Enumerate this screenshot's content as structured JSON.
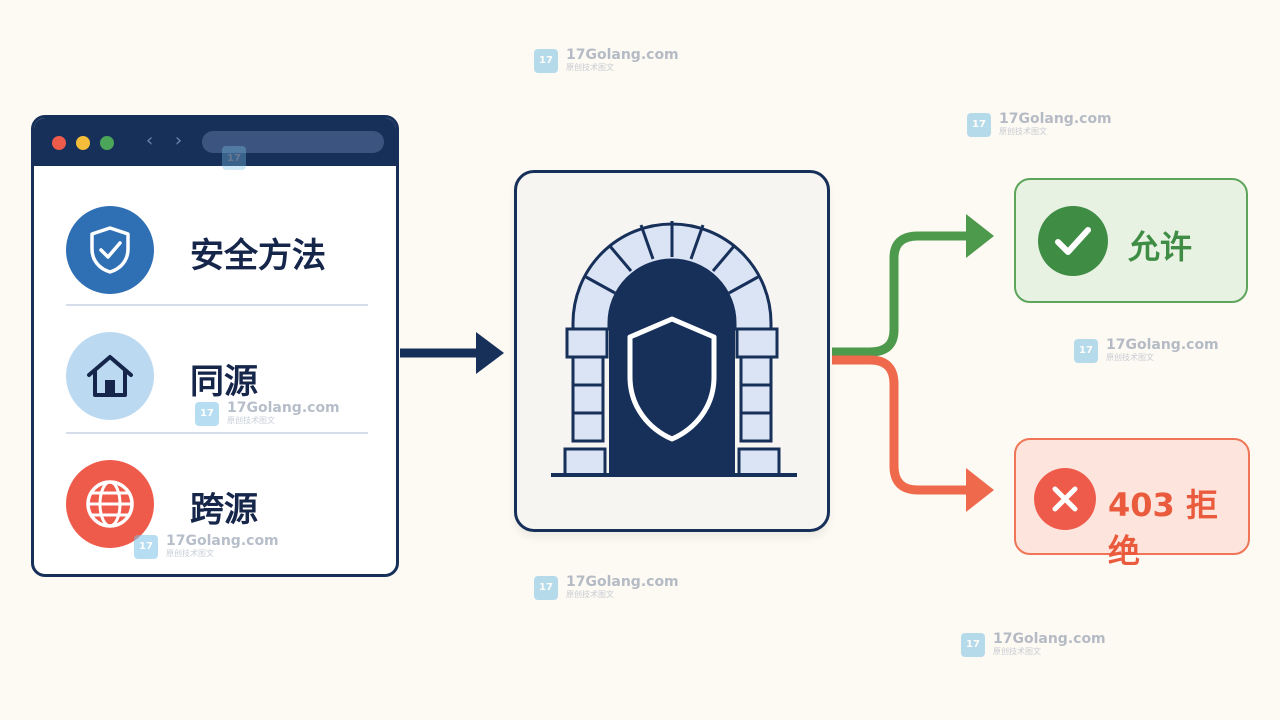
{
  "browser": {
    "nav": "‹ ›",
    "rows": [
      {
        "label": "安全方法",
        "icon": "shield-check-icon",
        "badge_color": "#2f6fb4"
      },
      {
        "label": "同源",
        "icon": "house-icon",
        "badge_color": "#bcd9f2"
      },
      {
        "label": "跨源",
        "icon": "globe-icon",
        "badge_color": "#ef5b4b"
      }
    ]
  },
  "gateway": {
    "icon": "shield-arch-icon"
  },
  "results": {
    "allow": {
      "label": "允许",
      "icon": "check-icon",
      "color": "#3f8d45"
    },
    "deny": {
      "label": "403 拒绝",
      "icon": "x-icon",
      "color": "#ea5a3d"
    }
  },
  "colors": {
    "navy": "#17305a",
    "green": "#4e9a4c",
    "red": "#ef6a4c"
  },
  "watermark": {
    "site": "17Golang.com",
    "sub": "原创技术图文"
  }
}
